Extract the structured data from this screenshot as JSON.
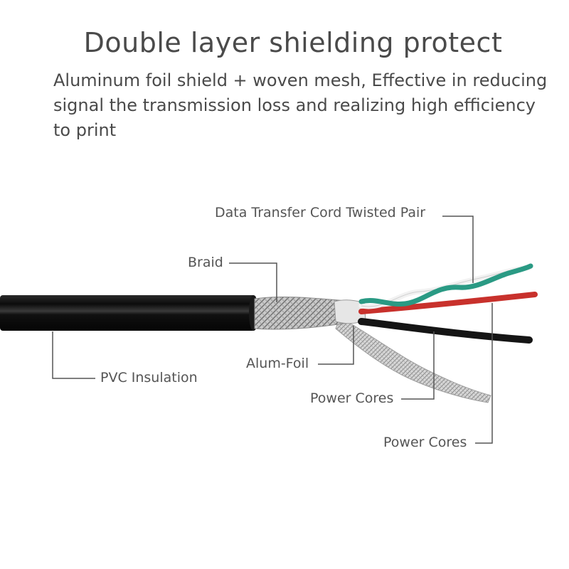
{
  "header": {
    "title": "Double layer shielding protect",
    "subtitle_lines": [
      "Aluminum foil shield + woven mesh, Effective in reducing",
      "signal the transmission loss and realizing high efficiency",
      "to print"
    ]
  },
  "callouts": {
    "twisted_pair": "Data Transfer Cord Twisted Pair",
    "braid": "Braid",
    "alum_foil": "Alum-Foil",
    "pvc": "PVC Insulation",
    "power_cores_1": "Power Cores",
    "power_cores_2": "Power Cores"
  },
  "colors": {
    "text": "#4a4a4a",
    "jacket": "#111111",
    "green_wire": "#2a9a84",
    "red_wire": "#c8312c",
    "black_wire": "#151515",
    "leader": "#555555"
  }
}
